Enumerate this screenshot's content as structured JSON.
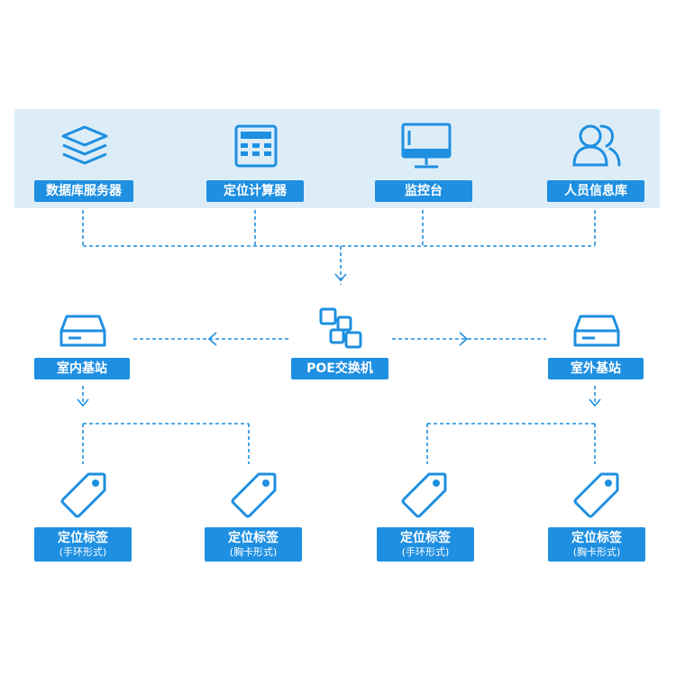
{
  "colors": {
    "accent": "#1e8fe1",
    "band": "#dcedf8",
    "line": "#1e8fe1"
  },
  "top": {
    "db_server": {
      "label": "数据库服务器",
      "icon": "layers-icon"
    },
    "locator": {
      "label": "定位计算器",
      "icon": "calculator-icon"
    },
    "monitor": {
      "label": "监控台",
      "icon": "monitor-icon"
    },
    "personnel": {
      "label": "人员信息库",
      "icon": "users-icon"
    }
  },
  "middle": {
    "indoor": {
      "label": "室内基站",
      "icon": "base-station-icon"
    },
    "switch": {
      "label": "POE交换机",
      "icon": "switch-icon"
    },
    "outdoor": {
      "label": "室外基站",
      "icon": "base-station-icon"
    }
  },
  "tags": [
    {
      "title": "定位标签",
      "subtitle": "(手环形式)",
      "icon": "tag-icon"
    },
    {
      "title": "定位标签",
      "subtitle": "(胸卡形式)",
      "icon": "tag-icon"
    },
    {
      "title": "定位标签",
      "subtitle": "(手环形式)",
      "icon": "tag-icon"
    },
    {
      "title": "定位标签",
      "subtitle": "(胸卡形式)",
      "icon": "tag-icon"
    }
  ]
}
